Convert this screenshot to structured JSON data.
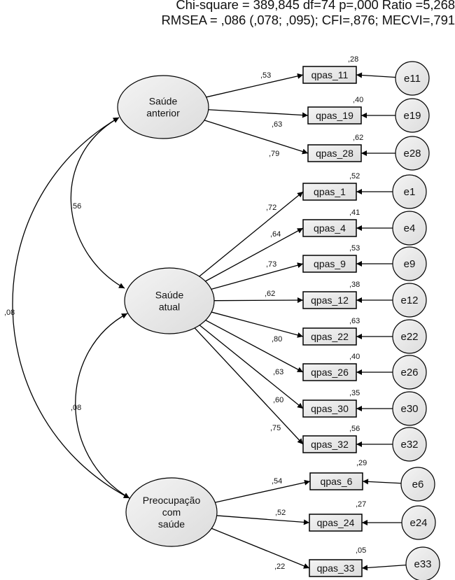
{
  "fit_indices": {
    "line1": "Chi-square = 389,845  df=74 p=,000 Ratio =5,268",
    "line2": "RMSEA = ,086 (,078; ,095); CFI=,876; MECVI=,791"
  },
  "colors": {
    "node_fill_light": "#f4f4f4",
    "node_fill_dark": "#dcdcdc",
    "stroke": "#000000",
    "text": "#111111"
  },
  "latent_factors": [
    {
      "id": "f1",
      "label_lines": [
        "Saúde",
        "anterior"
      ]
    },
    {
      "id": "f2",
      "label_lines": [
        "Saúde",
        "atual"
      ]
    },
    {
      "id": "f3",
      "label_lines": [
        "Preocupação",
        "com",
        "saúde"
      ]
    }
  ],
  "correlations": [
    {
      "from": "f1",
      "to": "f2",
      "value": ",56"
    },
    {
      "from": "f2",
      "to": "f3",
      "value": ",08"
    },
    {
      "from": "f1",
      "to": "f3",
      "value": ",08"
    }
  ],
  "indicators": [
    {
      "name": "qpas_11",
      "factor": "f1",
      "loading": ",53",
      "r2": ",28",
      "error": "e11"
    },
    {
      "name": "qpas_19",
      "factor": "f1",
      "loading": ",63",
      "r2": ",40",
      "error": "e19"
    },
    {
      "name": "qpas_28",
      "factor": "f1",
      "loading": ",79",
      "r2": ",62",
      "error": "e28"
    },
    {
      "name": "qpas_1",
      "factor": "f2",
      "loading": ",72",
      "r2": ",52",
      "error": "e1"
    },
    {
      "name": "qpas_4",
      "factor": "f2",
      "loading": ",64",
      "r2": ",41",
      "error": "e4"
    },
    {
      "name": "qpas_9",
      "factor": "f2",
      "loading": ",73",
      "r2": ",53",
      "error": "e9"
    },
    {
      "name": "qpas_12",
      "factor": "f2",
      "loading": ",62",
      "r2": ",38",
      "error": "e12"
    },
    {
      "name": "qpas_22",
      "factor": "f2",
      "loading": ",80",
      "r2": ",63",
      "error": "e22"
    },
    {
      "name": "qpas_26",
      "factor": "f2",
      "loading": ",63",
      "r2": ",40",
      "error": "e26"
    },
    {
      "name": "qpas_30",
      "factor": "f2",
      "loading": ",60",
      "r2": ",35",
      "error": "e30"
    },
    {
      "name": "qpas_32",
      "factor": "f2",
      "loading": ",75",
      "r2": ",56",
      "error": "e32"
    },
    {
      "name": "qpas_6",
      "factor": "f3",
      "loading": ",54",
      "r2": ",29",
      "error": "e6"
    },
    {
      "name": "qpas_24",
      "factor": "f3",
      "loading": ",52",
      "r2": ",27",
      "error": "e24"
    },
    {
      "name": "qpas_33",
      "factor": "f3",
      "loading": ",22",
      "r2": ",05",
      "error": "e33"
    }
  ]
}
